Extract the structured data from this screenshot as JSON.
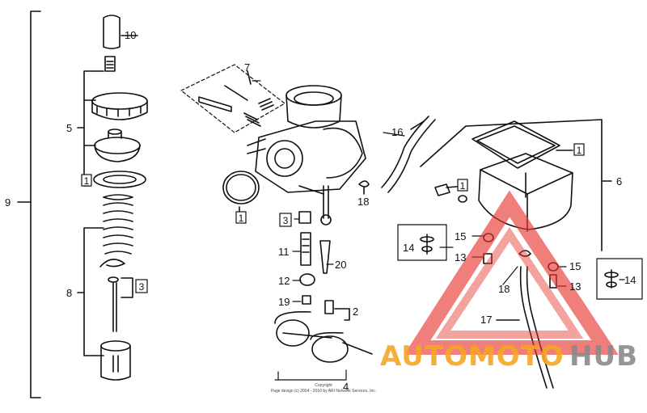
{
  "diagram": {
    "callouts": {
      "c10": "10",
      "c5": "5",
      "c1a": "1",
      "c9": "9",
      "c8": "8",
      "c3a": "3",
      "c7": "7",
      "c1b": "1",
      "c3b": "3",
      "c11": "11",
      "c20": "20",
      "c12": "12",
      "c19": "19",
      "c2": "2",
      "c4": "4",
      "c18a": "18",
      "c16": "16",
      "c1c": "1",
      "c1d": "1",
      "c6": "6",
      "c14a": "14",
      "c15a": "15",
      "c13a": "13",
      "c18b": "18",
      "c15b": "15",
      "c13b": "13",
      "c17": "17",
      "c14b": "14"
    },
    "copyright_line1": "Copyright",
    "copyright_line2": "Page design (c) 2004 - 2016 by ARI Network Services, Inc."
  },
  "watermark": {
    "word_orange": "AUTOMOTO",
    "word_gray": "HUB",
    "colors": {
      "orange": "#f5a623",
      "gray": "#8a8a8a",
      "red": "#e8362f"
    }
  }
}
